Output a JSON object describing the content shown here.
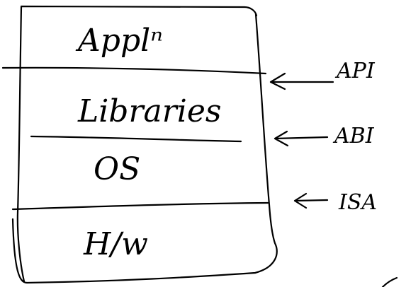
{
  "diagram": {
    "layers": [
      {
        "label": "Applⁿ"
      },
      {
        "label": "Libraries"
      },
      {
        "label": "OS"
      },
      {
        "label": "H/w"
      }
    ],
    "interfaces": [
      {
        "label": "API"
      },
      {
        "label": "ABI"
      },
      {
        "label": "ISA"
      }
    ],
    "colors": {
      "ink": "#000000",
      "paper": "#ffffff"
    }
  }
}
